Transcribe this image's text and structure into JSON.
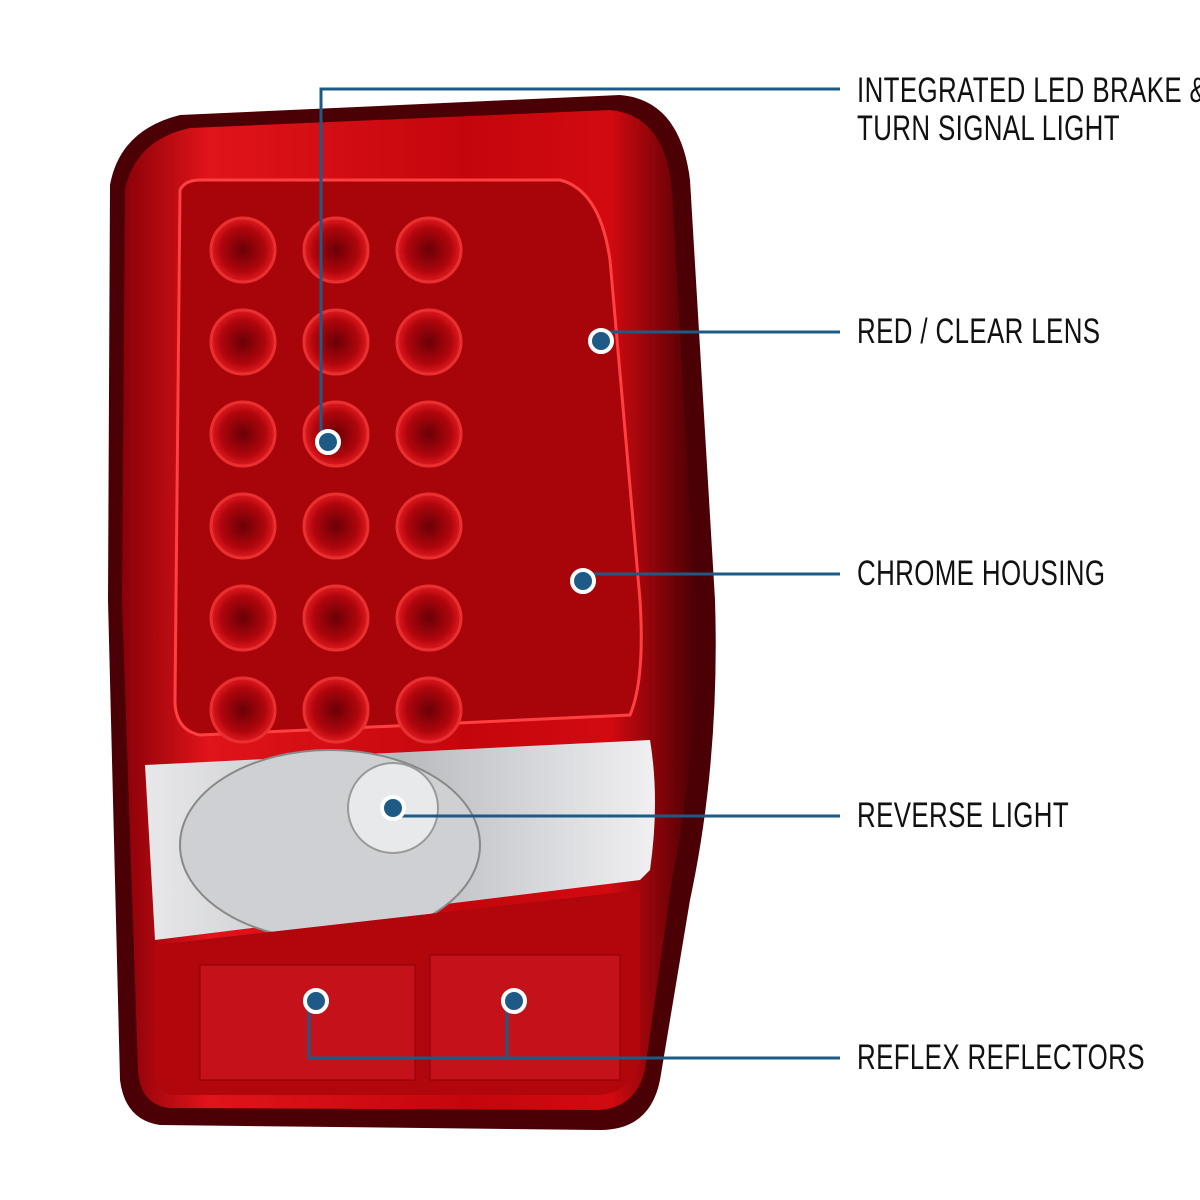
{
  "callouts": [
    {
      "line1": "INTEGRATED LED BRAKE &",
      "line2": "TURN SIGNAL LIGHT"
    },
    {
      "line1": "RED / CLEAR LENS"
    },
    {
      "line1": "CHROME HOUSING"
    },
    {
      "line1": "REVERSE LIGHT"
    },
    {
      "line1": "REFLEX REFLECTORS"
    }
  ],
  "colors": {
    "callout": "#1d5a85",
    "lens_red": "#c8070f",
    "housing_dark": "#5a0005",
    "chrome": "#d9dadd"
  }
}
